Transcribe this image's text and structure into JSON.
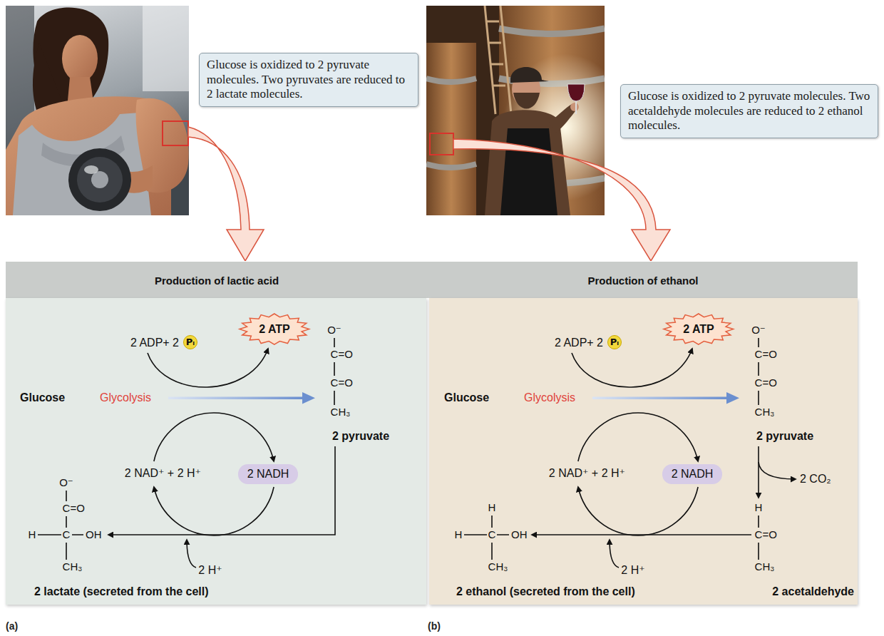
{
  "diagram": {
    "nodes": [
      {
        "text": [
          "Glucose is oxidized to 2 pyruvate molecules. Two pyruvates are reduced to 2 lactate molecules."
        ]
      },
      {
        "text": [
          "Glucose is oxidized to 2 pyruvate molecules. Two acetaldehyde molecules are reduced to 2 ethanol molecules."
        ]
      },
      {
        "text": [
          "Production of lactic acid",
          "2 ADP+ 2",
          "Glucose",
          "Glycolysis",
          "O⁻",
          "C=O",
          "C=O",
          "CH₃",
          "2 pyruvate",
          "2 NAD⁺ + 2 H⁺",
          "O⁻",
          "C=O",
          "H",
          "C",
          "OH",
          "CH₃",
          "2 H⁺",
          "2 lactate (secreted from the cell)"
        ]
      },
      {
        "text": [
          "Pᵢ"
        ],
        "in": 2
      },
      {
        "text": [
          "2 ATP"
        ],
        "in": 2
      },
      {
        "text": [
          "2 NADH"
        ],
        "in": 2
      },
      {
        "text": [
          "Production of ethanol",
          "2 ADP+ 2",
          "Glucose",
          "Glycolysis",
          "O⁻",
          "C=O",
          "C=O",
          "CH₃",
          "2 pyruvate",
          "2 CO₂",
          "2 NAD⁺ + 2 H⁺",
          "H",
          "H",
          "C",
          "OH",
          "CH₃",
          "2 H⁺",
          "2 ethanol (secreted from the cell)",
          "H",
          "C=O",
          "CH₃",
          "2 acetaldehyde"
        ]
      },
      {
        "text": [
          "Pᵢ"
        ],
        "in": 6
      },
      {
        "text": [
          "2 ATP"
        ],
        "in": 6
      },
      {
        "text": [
          "2 NADH"
        ],
        "in": 6
      }
    ],
    "labels": [
      "(a)",
      "(b)"
    ]
  }
}
